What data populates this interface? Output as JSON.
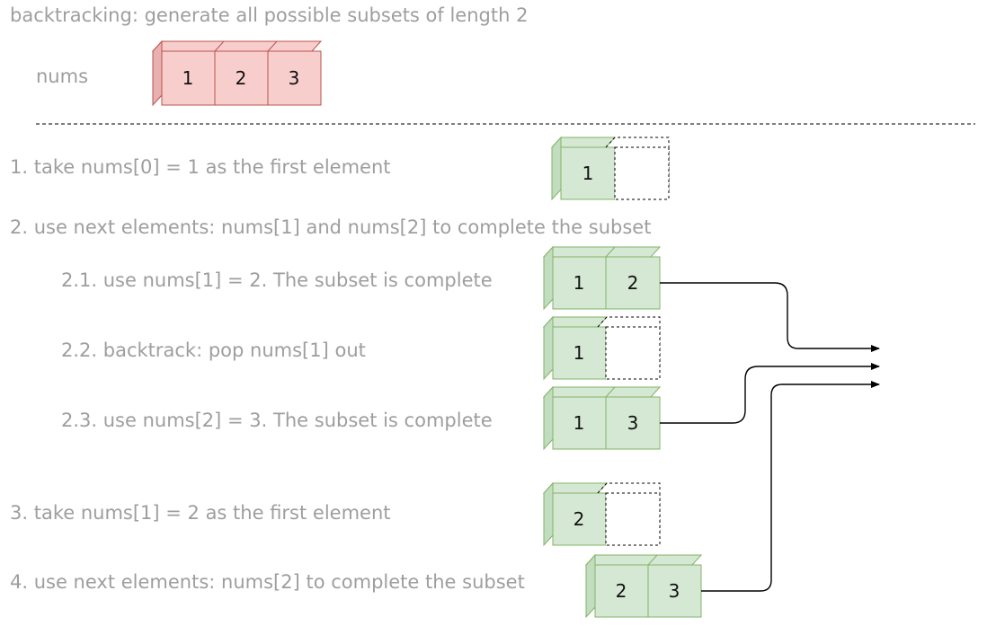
{
  "title": "backtracking: generate all possible subsets of length 2",
  "nums_label": "nums",
  "nums": [
    "1",
    "2",
    "3"
  ],
  "steps": {
    "step1": "1. take nums[0] = 1 as the first element",
    "step2": "2. use next elements: nums[1] and nums[2] to complete the subset",
    "step2_1": "2.1. use nums[1] = 2. The subset is complete",
    "step2_2": "2.2. backtrack: pop nums[1] out",
    "step2_3": "2.3. use nums[2] = 3. The subset is complete",
    "step3": "3. take nums[1] = 2 as the first element",
    "step4": "4. use next elements: nums[2] to complete the subset"
  },
  "subsets": {
    "s1": [
      "1",
      ""
    ],
    "s2_1": [
      "1",
      "2"
    ],
    "s2_2": [
      "1",
      ""
    ],
    "s2_3": [
      "1",
      "3"
    ],
    "s3": [
      "2",
      ""
    ],
    "s4": [
      "2",
      "3"
    ]
  },
  "colors": {
    "nums_fill": "#f8cecc",
    "nums_stroke": "#b85450",
    "subset_fill": "#d5e8d4",
    "subset_stroke": "#82b366",
    "text": "#9e9e9e"
  }
}
